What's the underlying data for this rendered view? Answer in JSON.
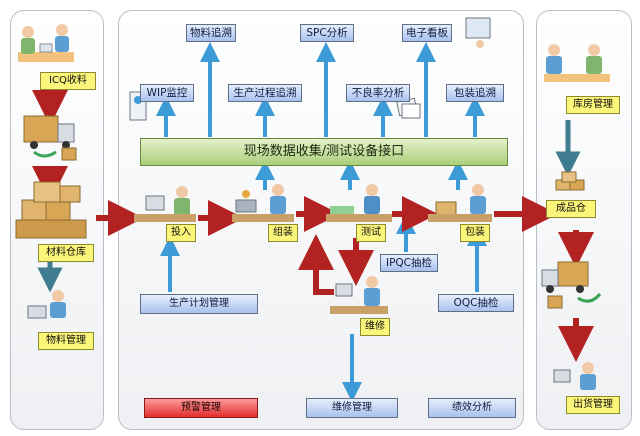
{
  "top_systems": {
    "materials_trace": "物料追溯",
    "spc": "SPC分析",
    "dashboard": "电子看板",
    "wip": "WIP监控",
    "process_trace": "生产过程追溯",
    "defect_rate": "不良率分析",
    "package_trace": "包装追溯"
  },
  "bus_label": "现场数据收集/测试设备接口",
  "left_flow": {
    "icq": "ICQ收料",
    "warehouse": "材料仓库",
    "material_mgmt": "物料管理"
  },
  "stations": {
    "input": "投入",
    "assembly": "组装",
    "test": "测试",
    "packing": "包装",
    "repair": "维修"
  },
  "inspections": {
    "ipqc": "IPQC抽检",
    "oqc": "OQC抽检"
  },
  "bottom_systems": {
    "plan": "生产计划管理",
    "alarm": "预警管理",
    "repair_mgmt": "维修管理",
    "performance": "绩效分析"
  },
  "right_flow": {
    "warehouse_mgmt": "库房管理",
    "finished": "成品仓",
    "shipping": "出货管理"
  },
  "colors": {
    "arrow_red": "#b32222",
    "arrow_blue": "#3d9bd8",
    "arrow_teal": "#3f7c8f",
    "bus_green": "#a9cf7a"
  }
}
